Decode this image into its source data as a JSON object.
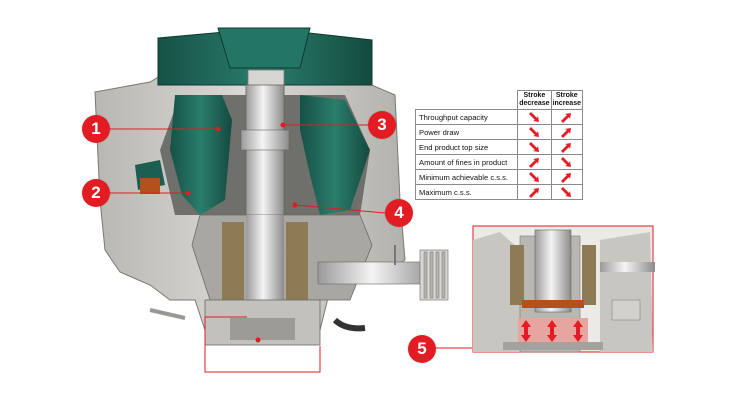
{
  "callouts": [
    "1",
    "2",
    "3",
    "4",
    "5"
  ],
  "table": {
    "headers": [
      "Stroke decrease",
      "Stroke increase"
    ],
    "rows": [
      {
        "param": "Throughput capacity",
        "decrease": "down",
        "increase": "up"
      },
      {
        "param": "Power draw",
        "decrease": "down",
        "increase": "up"
      },
      {
        "param": "End product top size",
        "decrease": "down",
        "increase": "up"
      },
      {
        "param": "Amount of fines in product",
        "decrease": "up",
        "increase": "down"
      },
      {
        "param": "Minimum achievable c.s.s.",
        "decrease": "down",
        "increase": "up"
      },
      {
        "param": "Maximum c.s.s.",
        "decrease": "up",
        "increase": "down"
      }
    ]
  },
  "colors": {
    "accent_red": "#e31b23",
    "wear_part_green": "#1f6b5c",
    "frame_grey": "#c9c7c3"
  },
  "icons": [
    "arrow-up-icon",
    "arrow-down-icon",
    "hydraulic-arrow-icon"
  ]
}
